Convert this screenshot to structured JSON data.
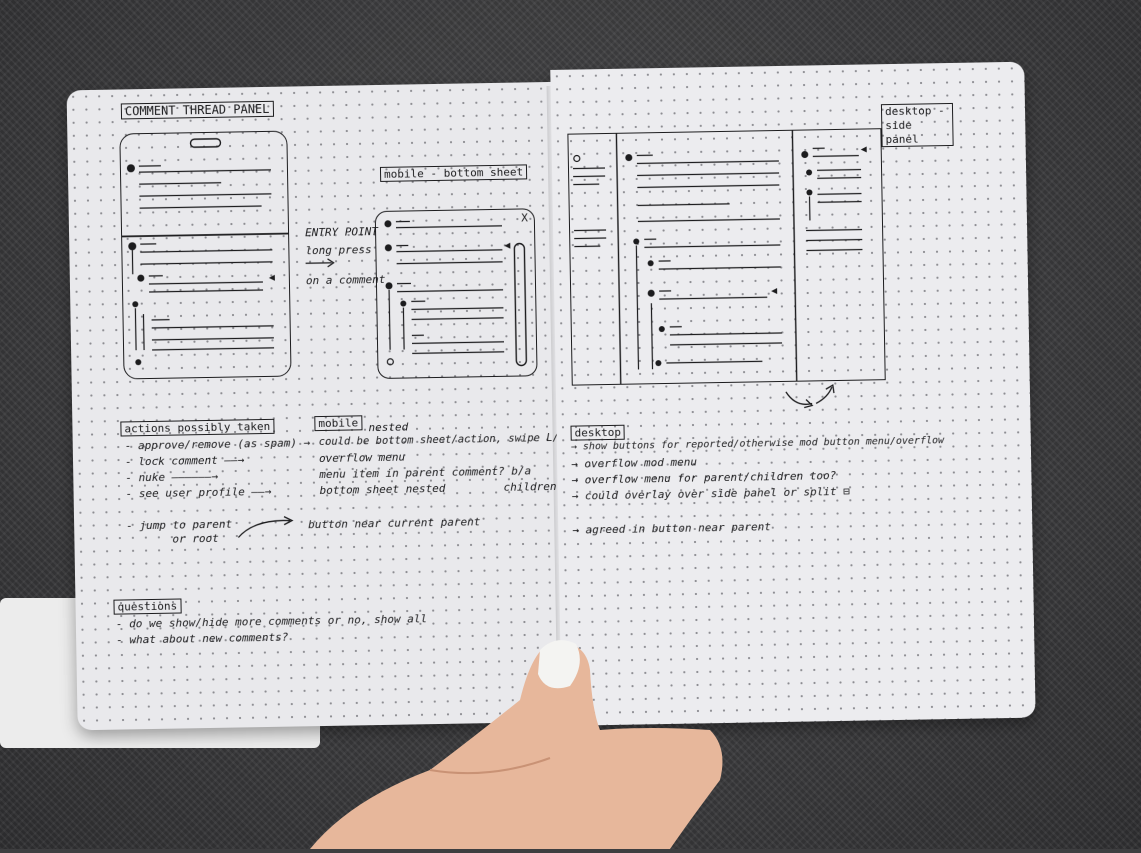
{
  "left_page": {
    "title": "COMMENT THREAD PANEL",
    "mobile_label": "mobile - bottom sheet",
    "entry_point": {
      "heading": "ENTRY POINT",
      "line1": "long press",
      "line2": "on a comment"
    },
    "sheet_close": "X",
    "actions": {
      "heading": "actions possibly taken",
      "items": [
        "- approve/remove (as spam) →",
        "- lock comment ——→",
        "- nuke ——————→",
        "- see user profile ——→"
      ],
      "jump_item": "- jump to parent",
      "jump_item_2": "or root"
    },
    "mobile_notes": {
      "heading": "mobile",
      "nested": "nested",
      "lines": [
        "could be bottom sheet/action, swipe L/R",
        "overflow menu",
        "menu item in parent comment? b/a",
        "bottom sheet nested"
      ],
      "children": "children",
      "jump_line": "button near current parent"
    },
    "questions": {
      "heading": "questions",
      "lines": [
        "- do we show/hide more comments or no, show all",
        "- what about new comments?"
      ]
    }
  },
  "right_page": {
    "desktop_label": "desktop - side panel",
    "desktop_heading": "desktop",
    "lines": [
      "→ show buttons for reported/otherwise mod button  menu/overflow",
      "→ overflow mod menu",
      "→ overflow menu for parent/children too?",
      "→ could overlay over side panel or split ⊟"
    ],
    "jump_line": "→ agreed in button near parent"
  },
  "colors": {
    "ink": "#1c1c1e",
    "paper": "#e9e9ec",
    "background": "#3e3e40"
  }
}
